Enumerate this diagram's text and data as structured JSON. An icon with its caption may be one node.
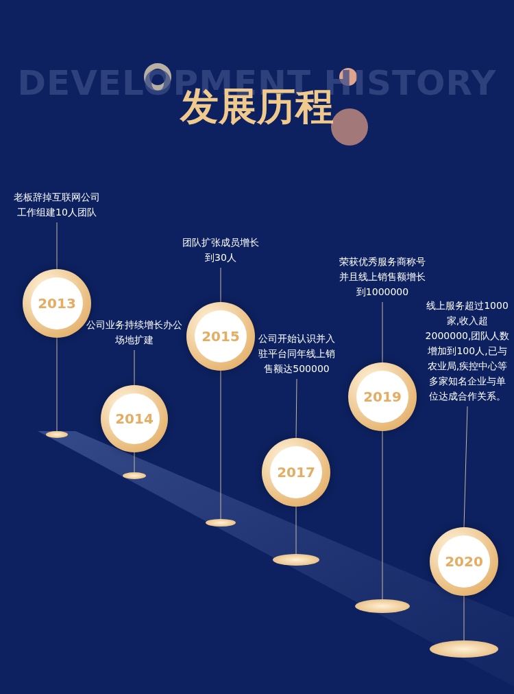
{
  "diagram": {
    "title": "发展历程",
    "nodes": [
      {
        "text": [
          "老板辞掉互联网公司工作组建10人团队"
        ]
      },
      {
        "text": [
          "2013"
        ]
      },
      {
        "text": [],
        "shape": "ellipse"
      },
      {
        "text": [
          "公司业务持续增长办公场地扩建"
        ]
      },
      {
        "text": [
          "2014"
        ]
      },
      {
        "text": [],
        "shape": "ellipse"
      },
      {
        "text": [
          "团队扩张成员增长到30人"
        ]
      },
      {
        "text": [
          "2015"
        ]
      },
      {
        "text": [],
        "shape": "ellipse"
      },
      {
        "text": [
          "公司开始认识并入驻平台同年线上销售额达500000"
        ]
      },
      {
        "text": [
          "2017"
        ]
      },
      {
        "text": [],
        "shape": "ellipse"
      },
      {
        "text": [
          "荣获优秀服务商称号并且线上销售额增长到1000000"
        ]
      },
      {
        "text": [
          "2019"
        ]
      },
      {
        "text": [],
        "shape": "ellipse"
      },
      {
        "text": [
          "线上服务超过1000家,收入超2000000,团队人数增加到100人,已与农业局,疾控中心等多家知名企业与单位达成合作关系。"
        ]
      },
      {
        "text": [
          "2020"
        ]
      },
      {
        "text": [],
        "shape": "ellipse"
      }
    ],
    "edges": [
      {
        "from": 0,
        "to": 1,
        "arrow": "none"
      },
      {
        "from": 1,
        "to": 2,
        "arrow": "none"
      },
      {
        "from": 3,
        "to": 4,
        "arrow": "none"
      },
      {
        "from": 4,
        "to": 5,
        "arrow": "none"
      },
      {
        "from": 6,
        "to": 7,
        "arrow": "none"
      },
      {
        "from": 7,
        "to": 8,
        "arrow": "none"
      },
      {
        "from": 9,
        "to": 10,
        "arrow": "none"
      },
      {
        "from": 10,
        "to": 11,
        "arrow": "none"
      },
      {
        "from": 12,
        "to": 13,
        "arrow": "none"
      },
      {
        "from": 13,
        "to": 14,
        "arrow": "none"
      },
      {
        "from": 15,
        "to": 16,
        "arrow": "none"
      },
      {
        "from": 16,
        "to": 17,
        "arrow": "none"
      }
    ],
    "labels": [
      "DEVELOPMENT HISTORY"
    ]
  }
}
